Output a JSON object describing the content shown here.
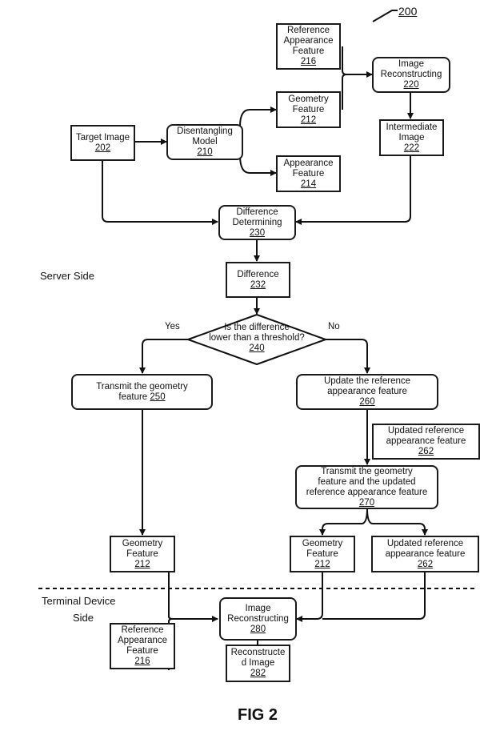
{
  "figure": {
    "ref_number": "200",
    "caption": "FIG 2",
    "regions": {
      "server": "Server Side",
      "terminal_line1": "Terminal Device",
      "terminal_line2": "Side"
    }
  },
  "nodes": {
    "target_image": {
      "lines": [
        "Target Image"
      ],
      "ref": "202"
    },
    "disentangling": {
      "lines": [
        "Disentangling",
        "Model"
      ],
      "ref": "210"
    },
    "ref_appearance_top": {
      "lines": [
        "Reference",
        "Appearance",
        "Feature"
      ],
      "ref": "216"
    },
    "geometry_top": {
      "lines": [
        "Geometry",
        "Feature"
      ],
      "ref": "212"
    },
    "appearance": {
      "lines": [
        "Appearance",
        "Feature"
      ],
      "ref": "214"
    },
    "image_recon_220": {
      "lines": [
        "Image",
        "Reconstructing"
      ],
      "ref": "220"
    },
    "intermediate": {
      "lines": [
        "Intermediate",
        "Image"
      ],
      "ref": "222"
    },
    "diff_determining": {
      "lines": [
        "Difference",
        "Determining"
      ],
      "ref": "230"
    },
    "difference": {
      "lines": [
        "Difference"
      ],
      "ref": "232"
    },
    "decision": {
      "lines": [
        "Is the difference",
        "lower than a threshold?"
      ],
      "ref": "240"
    },
    "transmit_geometry": {
      "lines": [
        "Transmit the geometry",
        "feature"
      ],
      "ref": "250"
    },
    "update_ref": {
      "lines": [
        "Update the reference",
        "appearance feature"
      ],
      "ref": "260"
    },
    "updated_ref_mid": {
      "lines": [
        "Updated reference",
        "appearance feature"
      ],
      "ref": "262"
    },
    "transmit_both": {
      "lines": [
        "Transmit the geometry",
        "feature and the updated",
        "reference appearance feature"
      ],
      "ref": "270"
    },
    "geometry_left": {
      "lines": [
        "Geometry",
        "Feature"
      ],
      "ref": "212"
    },
    "geometry_right": {
      "lines": [
        "Geometry",
        "Feature"
      ],
      "ref": "212"
    },
    "updated_ref_bottom": {
      "lines": [
        "Updated reference",
        "appearance feature"
      ],
      "ref": "262"
    },
    "image_recon_280": {
      "lines": [
        "Image",
        "Reconstructing"
      ],
      "ref": "280"
    },
    "ref_appearance_bottom": {
      "lines": [
        "Reference",
        "Appearance",
        "Feature"
      ],
      "ref": "216"
    },
    "reconstructed": {
      "lines": [
        "Reconstructe",
        "d Image"
      ],
      "ref": "282"
    }
  },
  "branches": {
    "yes": "Yes",
    "no": "No"
  }
}
